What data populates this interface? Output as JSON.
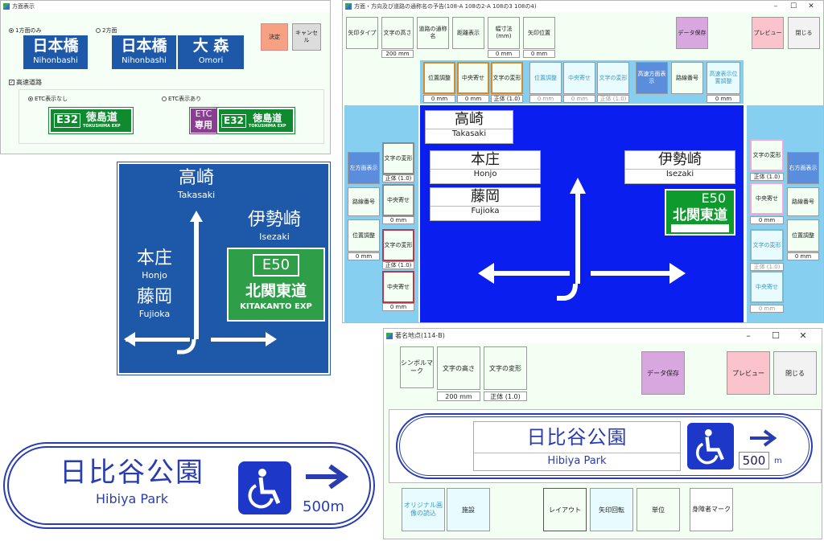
{
  "win1": {
    "title": "方面表示",
    "radio_one": "1方面のみ",
    "radio_two": "2方面",
    "ok": "決定",
    "cancel": "キャンセル",
    "sign1": {
      "jp": "日本橋",
      "en": "Nihonbashi"
    },
    "sign2a": {
      "jp": "日本橋",
      "en": "Nihonbashi"
    },
    "sign2b": {
      "jp": "大 森",
      "en": "Omori"
    },
    "expressway_check": "高速道路",
    "etc_none": "ETC表示なし",
    "etc_show": "ETC表示あり",
    "route_code": "E32",
    "route_name": "徳島道",
    "route_en": "TOKUSHIMA EXP",
    "etc_l1": "ETC",
    "etc_l2": "専用"
  },
  "sign_big": {
    "top_jp": "高崎",
    "top_en": "Takasaki",
    "left1_jp": "本庄",
    "left1_en": "Honjo",
    "left2_jp": "藤岡",
    "left2_en": "Fujioka",
    "right_jp": "伊勢崎",
    "right_en": "Isezaki",
    "route_code": "E50",
    "route_jp": "北関東道",
    "route_en": "KITAKANTO EXP"
  },
  "sign_park": {
    "jp": "日比谷公園",
    "en": "Hibiya Park",
    "dist": "500m"
  },
  "win2": {
    "title": "方面・方向及び道路の通称名の予告(108-A 108の2-A 108の3 108の4)",
    "top_buttons": [
      "矢印タイプ",
      "文字の高さ",
      "道路の通称名",
      "距離表示",
      "幅寸法(mm)",
      "矢印位置"
    ],
    "top_values": [
      "200 mm",
      "0 mm",
      "0 mm"
    ],
    "save": "データ保存",
    "preview": "プレビュー",
    "close": "閉じる",
    "row2_a": [
      "位置調整",
      "中央寄せ",
      "文字の変形"
    ],
    "row2_a_vals": [
      "0 mm",
      "0 mm",
      "正体 (1.0)"
    ],
    "row2_b": [
      "位置調整",
      "中央寄せ",
      "文字の変形"
    ],
    "row2_b_vals": [
      "0 mm",
      "0 mm",
      "正体 (1.0)"
    ],
    "expressway_dir": "高速方面表示",
    "route_no": "路線番号",
    "expressway_pos": "高速表示位置調整",
    "expressway_pos_val": "0 mm",
    "left_panel": {
      "dir": "左方面表示",
      "route": "路線番号",
      "pos": "位置調整",
      "pos_val": "0 mm"
    },
    "left_mid": [
      "文字の変形",
      "中央寄せ",
      "文字の変形",
      "中央寄せ"
    ],
    "left_mid_vals": [
      "正体 (1.0)",
      "0 mm",
      "正体 (1.0)",
      "0 mm"
    ],
    "right_mid": [
      "文字の変形",
      "中央寄せ",
      "文字の変形",
      "中央寄せ"
    ],
    "right_mid_vals": [
      "正体 (1.0)",
      "0 mm",
      "正体 (1.0)",
      "0 mm"
    ],
    "right_panel": {
      "dir": "右方面表示",
      "route": "路線番号",
      "pos": "位置調整",
      "pos_val": "0 mm"
    },
    "canvas": {
      "top_jp": "高崎",
      "top_en": "Takasaki",
      "l1_jp": "本庄",
      "l1_en": "Honjo",
      "l2_jp": "藤岡",
      "l2_en": "Fujioka",
      "r_jp": "伊勢崎",
      "r_en": "Isezaki",
      "route_code": "E50",
      "route_jp": "北関東道"
    }
  },
  "win3": {
    "title": "著名地点(114-B)",
    "symbol": "シンボルマーク",
    "height": "文字の高さ",
    "height_val": "200 mm",
    "deform": "文字の変形",
    "deform_val": "正体 (1.0)",
    "save": "データ保存",
    "preview": "プレビュー",
    "close": "閉じる",
    "sign_jp": "日比谷公園",
    "sign_en": "Hibiya Park",
    "dist_num": "500",
    "dist_unit": "m",
    "bottom": [
      "オリジナル画像の読込",
      "施設",
      "レイアウト",
      "矢印回転",
      "単位",
      "身障者マーク"
    ]
  },
  "colors": {
    "sign_blue": "#1e58a8",
    "canvas_blue": "#0a1ef0",
    "route_green": "#0f8a2e",
    "light_blue_panel": "#87cff0"
  }
}
